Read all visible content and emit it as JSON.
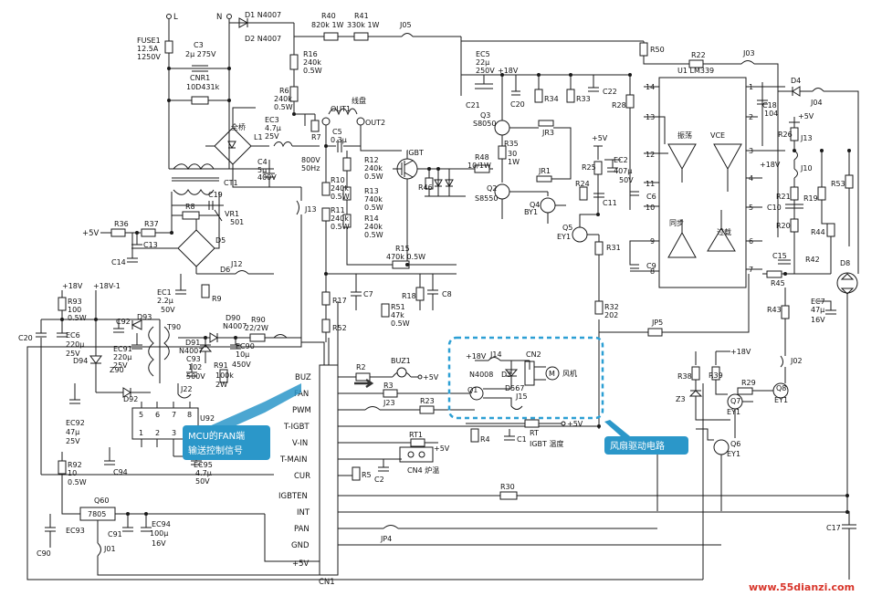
{
  "labels": {
    "L": "L",
    "N": "N",
    "D1": "D1 N4007",
    "D2": "D2 N4007",
    "R40": "R40",
    "R40v": "820k 1W",
    "R41": "R41",
    "R41v": "330k 1W",
    "J05": "J05",
    "FUSE1": "FUSE1",
    "FUSE1v1": "12.5A",
    "FUSE1v2": "1250V",
    "C3": "C3",
    "C3v": "2μ 275V",
    "CNR1": "CNR1",
    "CNR1v": "10D431k",
    "bridge": "全桥",
    "L1": "L1",
    "R16": "R16",
    "R16v1": "240k",
    "R16v2": "0.5W",
    "R6": "R6",
    "R6v1": "240k",
    "R6v2": "0.5W",
    "EC3": "EC3",
    "EC3v1": "4.7μ",
    "EC3v2": "25V",
    "R7": "R7",
    "OUT1": "OUT1",
    "coil": "线盘",
    "OUT2": "OUT2",
    "C5": "C5",
    "C5v": "0.3μ",
    "C4": "C4",
    "C4v1": "5μ",
    "C4v2": "400V",
    "C3b1": "800V",
    "C3b2": "50Hz",
    "CT1": "CT1",
    "C19": "C19",
    "R8": "R8",
    "VR1": "VR1",
    "VR1v": "501",
    "R36": "R36",
    "R37": "R37",
    "C13": "C13",
    "C14": "C14",
    "D5": "D5",
    "D6": "D6",
    "J12": "J12",
    "EC1": "EC1",
    "EC1v1": "2.2μ",
    "EC1v2": "50V",
    "R9": "R9",
    "plus5v": "+5V",
    "plus18v": "+18V",
    "plus18v1": "+18V-1",
    "R10": "R10",
    "R10v1": "240k",
    "R10v2": "0.5W",
    "R11": "R11",
    "R11v1": "240k",
    "R11v2": "0.5W",
    "R12": "R12",
    "R12v1": "240k",
    "R12v2": "0.5W",
    "R13": "R13",
    "R13v1": "740k",
    "R13v2": "0.5W",
    "R14": "R14",
    "R14v1": "240k",
    "R14v2": "0.5W",
    "J13": "J13",
    "IGBT": "IGBT",
    "R15": "R15",
    "R15v": "470k 0.5W",
    "R17": "R17",
    "R52": "R52",
    "C7": "C7",
    "R18": "R18",
    "C8": "C8",
    "R51": "R51",
    "R51v1": "47k",
    "R51v2": "0.5W",
    "EC5": "EC5",
    "EC5v1": "22μ",
    "EC5v2": "250V",
    "C21": "C21",
    "C20": "C20",
    "R34": "R34",
    "R33": "R33",
    "C22": "C22",
    "R28": "R28",
    "Q3": "Q3",
    "Q3v": "S8050",
    "JR3": "JR3",
    "R35": "R35",
    "R35v1": "30",
    "R35v2": "1W",
    "R48": "R48",
    "R48v": "10/1W",
    "Q2": "Q2",
    "Q2v": "S8550",
    "Q4": "Q4",
    "Q4v": "BY1",
    "JR1": "JR1",
    "R46": "R46",
    "R25": "R25",
    "EC2": "EC2",
    "EC2v1": "407μ",
    "EC2v2": "50V",
    "R24": "R24",
    "C11": "C11",
    "C6": "C6",
    "Q5": "Q5",
    "Q5v": "EY1",
    "R31": "R31",
    "R50": "R50",
    "R22": "R22",
    "J03": "J03",
    "U1": "U1 LM339",
    "osc": "振荡",
    "vce": "VCE",
    "sync": "同步",
    "over": "过载",
    "C18": "C18",
    "C18v": "104",
    "D4": "D4",
    "J04": "J04",
    "R26": "R26",
    "J10": "J10",
    "R21": "R21",
    "C10": "C10",
    "R19": "R19",
    "R53": "R53",
    "R20": "R20",
    "R44": "R44",
    "C15": "C15",
    "R42": "R42",
    "C9": "C9",
    "R45": "R45",
    "D8": "D8",
    "EC7": "EC7",
    "EC7v1": "47μ",
    "EC7v2": "16V",
    "R43": "R43",
    "R32": "R32",
    "R32v": "202",
    "JP5": "JP5",
    "R93": "R93",
    "R93v1": "100",
    "R93v2": "0.5W",
    "C20b": "C20",
    "EC6": "EC6",
    "EC6v1": "220μ",
    "EC6v2": "25V",
    "C92": "C92",
    "D93": "D93",
    "T90": "T90",
    "EC91": "EC91",
    "EC91v1": "220μ",
    "EC91v2": "25V",
    "D94": "D94",
    "Z90": "Z90",
    "D90": "D90",
    "D90v": "N4007",
    "R90": "R90",
    "R90v": "22/2W",
    "D91": "D91",
    "D91v": "N4007",
    "C93": "C93",
    "C93v1": "102",
    "C93v2": "500V",
    "EC90": "EC90",
    "EC90v1": "10μ",
    "EC90v2": "450V",
    "R91": "R91",
    "R91v1": "100k",
    "R91v2": "2W",
    "D92": "D92",
    "J22": "J22",
    "U92": "U92",
    "EC92": "EC92",
    "EC92v1": "47μ",
    "EC92v2": "25V",
    "C94": "C94",
    "EC95": "EC95",
    "EC95v1": "4.7μ",
    "EC95v2": "50V",
    "R92": "R92",
    "R92v1": "10",
    "R92v2": "0.5W",
    "Q60": "Q60",
    "reg": "7805",
    "EC93": "EC93",
    "C91": "C91",
    "EC94": "EC94",
    "EC94v1": "100μ",
    "EC94v2": "16V",
    "C90": "C90",
    "J01": "J01",
    "R2": "R2",
    "BUZ1": "BUZ1",
    "R3": "R3",
    "J23": "J23",
    "R23": "R23",
    "J14": "J14",
    "CN2": "CN2",
    "N4008": "N4008",
    "D3": "D3",
    "Q1": "Q1",
    "D567": "D567",
    "J15": "J15",
    "fan": "风机",
    "R4": "R4",
    "C1": "C1",
    "RT": "RT",
    "igbt_temp": "IGBT 温度",
    "RT1": "RT1",
    "C2": "C2",
    "R5": "R5",
    "CN4": "CN4 炉温",
    "R30": "R30",
    "JP4": "JP4",
    "CN1": "CN1",
    "R38": "R38",
    "R39": "R39",
    "Z3": "Z3",
    "Q7": "Q7",
    "Q7v": "EY1",
    "R29": "R29",
    "Q8": "Q8",
    "Q8v": "EY1",
    "J02": "J02",
    "Q6": "Q6",
    "Q6v": "EY1",
    "C17": "C17"
  },
  "cn1_pins": [
    "BUZ",
    "FAN",
    "PWM",
    "T-IGBT",
    "V-IN",
    "T-MAIN",
    "CUR",
    "IGBTEN",
    "INT",
    "PAN",
    "GND",
    "+5V"
  ],
  "u92_pins": [
    "5",
    "6",
    "7",
    "8",
    "1",
    "2",
    "3"
  ],
  "annotations": {
    "mcu_fan_line1": "MCU的FAN端",
    "mcu_fan_line2": "输送控制信号",
    "fan_drive": "风扇驱动电路"
  },
  "watermark": "www.55dianzi.com",
  "colors": {
    "callout": "#2b97c9",
    "dashed_box": "#2c9fd4",
    "watermark": "#d8352a"
  }
}
